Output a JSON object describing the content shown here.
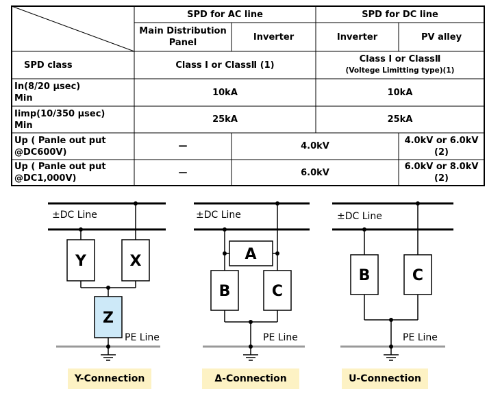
{
  "table": {
    "headers": {
      "ac_group": "SPD for AC line",
      "dc_group": "SPD for DC line",
      "main_distribution_panel": "Main Distribution Panel",
      "ac_inverter": "Inverter",
      "dc_inverter": "Inverter",
      "pv_alley": "PV alley"
    },
    "rows": {
      "spd_class": {
        "label": "SPD class",
        "ac": "Class I or ClassⅡ (1)",
        "dc_line1": "Class I or ClassⅡ",
        "dc_line2": "(Voltege Limitting type)(1)"
      },
      "in": {
        "label_line1": "In(8/20 μsec)",
        "label_line2": "Min",
        "ac": "10kA",
        "dc": "10kA"
      },
      "iimp": {
        "label_line1": "Iimp(10/350 μsec)",
        "label_line2": "Min",
        "ac": "25kA",
        "dc": "25kA"
      },
      "up_600": {
        "label_line1": "Up ( Panle out put",
        "label_line2": "@DC600V)",
        "mdp": "—",
        "mid": "4.0kV",
        "pv_line1": "4.0kV or 6.0kV",
        "pv_line2": "(2)"
      },
      "up_1000": {
        "label_line1": "Up ( Panle out put",
        "label_line2": "@DC1,000V)",
        "mdp": "—",
        "mid": "6.0kV",
        "pv_line1": "6.0kV or 8.0kV",
        "pv_line2": "(2)"
      }
    }
  },
  "diagrams": {
    "y": {
      "dc_line": "±DC Line",
      "pe_line": "PE Line",
      "box1": "Y",
      "box2": "X",
      "box3": "Z",
      "caption": "Y-Connection"
    },
    "delta": {
      "dc_line": "±DC Line",
      "pe_line": "PE Line",
      "box1": "A",
      "box2": "B",
      "box3": "C",
      "caption": "Δ-Connection"
    },
    "u": {
      "dc_line": "±DC Line",
      "pe_line": "PE Line",
      "box1": "B",
      "box2": "C",
      "caption": "U-Connection"
    }
  },
  "colors": {
    "z_box_fill": "#cde9f8",
    "caption_fill": "#fdf2c4",
    "pe_ground": "#999999"
  }
}
